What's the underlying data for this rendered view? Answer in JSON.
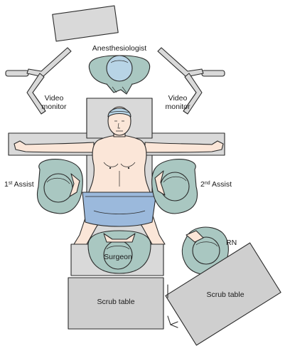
{
  "labels": {
    "anesthesiologist": "Anesthesiologist",
    "video_monitor_left_line1": "Video",
    "video_monitor_left_line2": "monitor",
    "video_monitor_right_line1": "Video",
    "video_monitor_right_line2": "monitor",
    "first_assist_num": "1",
    "first_assist_sup": "st",
    "first_assist_text": " Assist",
    "second_assist_num": "2",
    "second_assist_sup": "nd",
    "second_assist_text": " Assist",
    "rn": "RN",
    "surgeon": "Surgeon",
    "scrub_table_left": "Scrub table",
    "scrub_table_right": "Scrub table"
  },
  "colors": {
    "outline": "#2a2a2a",
    "gray_fill": "#d9d9d9",
    "table_fill": "#cfcfcf",
    "gown": "#a9c7c1",
    "gown_dark": "#7fa39c",
    "cap": "#b8d4e6",
    "drape": "#9bb9dc",
    "skin": "#fbe6d8",
    "hair": "#d8c08a"
  }
}
